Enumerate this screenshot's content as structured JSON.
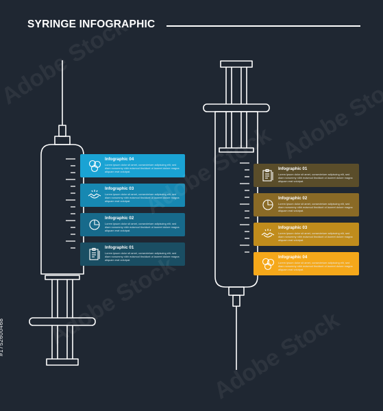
{
  "header": {
    "title": "SYRINGE INFOGRAPHIC"
  },
  "left_cards": [
    {
      "title": "Infographic 04",
      "body": "Lorem ipsum dolor sit amet, consectetuer adipiscing elit, sed diam nonummy nibh euismod tincidunt ut laoreet dolore magna aliquam erat volutpat.",
      "icon": "coins-icon",
      "color": "#1aa3d4"
    },
    {
      "title": "Infographic 03",
      "body": "Lorem ipsum dolor sit amet, consectetuer adipiscing elit, sed diam nonummy nibh euismod tincidunt ut laoreet dolore magna aliquam erat volutpat.",
      "icon": "handshake-icon",
      "color": "#1788b2"
    },
    {
      "title": "Infographic 02",
      "body": "Lorem ipsum dolor sit amet, consectetuer adipiscing elit, sed diam nonummy nibh euismod tincidunt ut laoreet dolore magna aliquam erat volutpat.",
      "icon": "pie-chart-icon",
      "color": "#176a8b"
    },
    {
      "title": "Infographic 01",
      "body": "Lorem ipsum dolor sit amet, consectetuer adipiscing elit, sed diam nonummy nibh euismod tincidunt ut laoreet dolore magna aliquam erat volutpat.",
      "icon": "clipboard-icon",
      "color": "#1a4e63"
    }
  ],
  "right_cards": [
    {
      "title": "Infographic 01",
      "body": "Lorem ipsum dolor sit amet, consectetuer adipiscing elit, sed diam nonummy nibh euismod tincidunt ut laoreet dolore magna aliquam erat volutpat.",
      "icon": "clipboard-icon",
      "color": "#5a4d2a"
    },
    {
      "title": "Infographic 02",
      "body": "Lorem ipsum dolor sit amet, consectetuer adipiscing elit, sed diam nonummy nibh euismod tincidunt ut laoreet dolore magna aliquam erat volutpat.",
      "icon": "pie-chart-icon",
      "color": "#8a6a26"
    },
    {
      "title": "Infographic 03",
      "body": "Lorem ipsum dolor sit amet, consectetuer adipiscing elit, sed diam nonummy nibh euismod tincidunt ut laoreet dolore magna aliquam erat volutpat.",
      "icon": "handshake-icon",
      "color": "#c08c1c"
    },
    {
      "title": "Infographic 04",
      "body": "Lorem ipsum dolor sit amet, consectetuer adipiscing elit, sed diam nonummy nibh euismod tincidunt ut laoreet dolore magna aliquam erat volutpat.",
      "icon": "coins-icon",
      "color": "#f5a81a"
    }
  ],
  "watermark": {
    "text": "Adobe Stock",
    "id": "#1752600468"
  },
  "colors": {
    "background": "#1f2732",
    "line": "#ffffff"
  }
}
